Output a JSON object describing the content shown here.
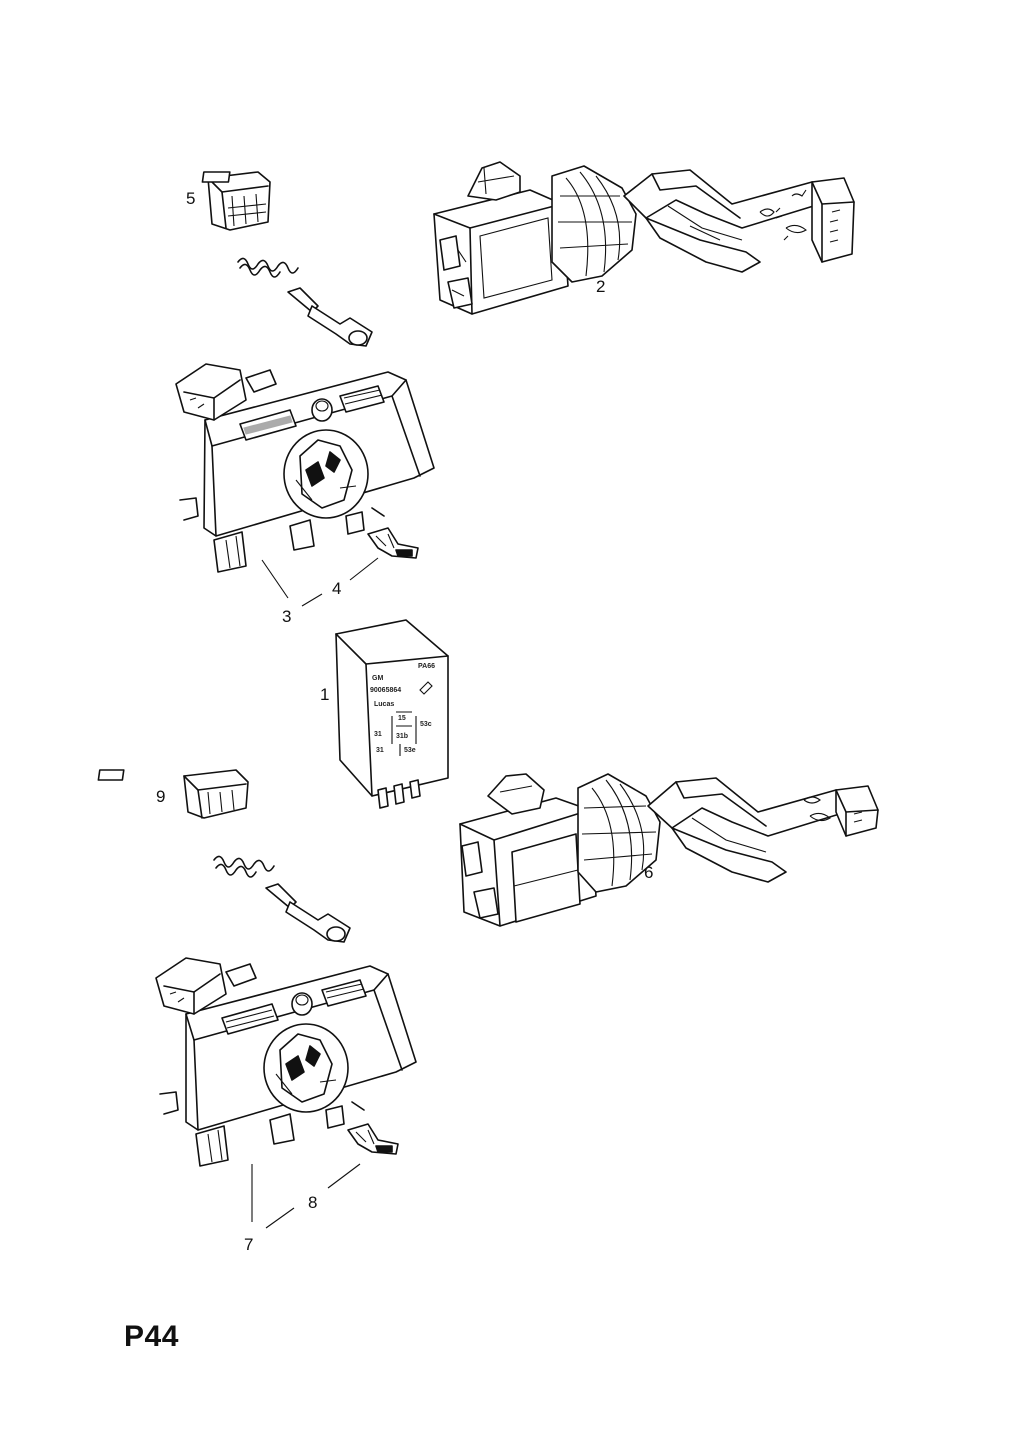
{
  "diagram": {
    "page_code": "P44",
    "callouts": [
      "1",
      "2",
      "3",
      "4",
      "5",
      "6",
      "7",
      "8",
      "9"
    ],
    "relay_label": {
      "line1": "GM",
      "line2": "PA66",
      "line3": "90065864",
      "line4": "Lucas",
      "pin_15": "15",
      "pin_31": "31",
      "pin_53c": "53c",
      "pin_31b": "31b",
      "pin_31c": "31",
      "pin_53e": "53e"
    }
  }
}
